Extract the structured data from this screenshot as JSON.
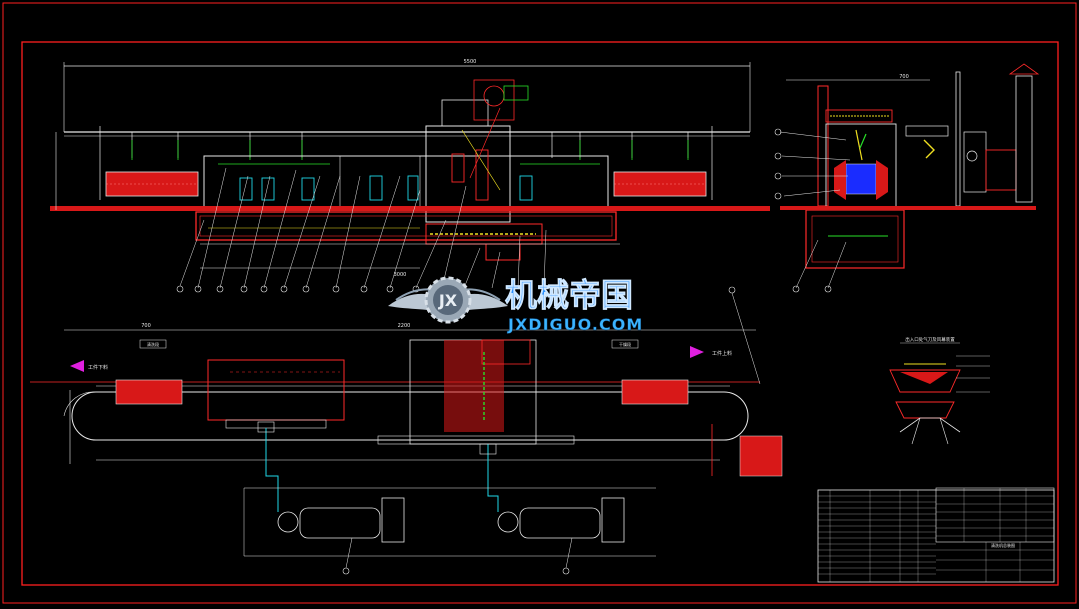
{
  "colors": {
    "background": "#000000",
    "border": "#ff2020",
    "line_white": "#e8e8e8",
    "line_red": "#ff2a2a",
    "line_green": "#28e028",
    "line_cyan": "#20d8e8",
    "line_yellow": "#f0e020",
    "fill_red": "#d81818",
    "part_blue": "#1a2cff",
    "arrow_magenta": "#e020e0",
    "watermark_blue": "#3cb4ff",
    "watermark_cn_blue": "#2a90ff"
  },
  "watermark": {
    "cn_title": "机械帝国",
    "domain": "JXDIGUO.COM",
    "badge": "JX"
  },
  "dimensions": {
    "top_overall": "5500",
    "side_overall": "700",
    "plan_left": "700",
    "plan_mid": "2200",
    "inner_len": "3000"
  },
  "labels": {
    "plan_left_tag": "工件下料",
    "plan_right_tag": "工件上料",
    "side_detail_title": "出入口处气刀及风幕装置",
    "station_left": "清洗段",
    "station_right": "干燥段",
    "title_block_name": "清洗机总装图"
  },
  "icons": {
    "arrow_left": "arrow-left-icon",
    "arrow_right": "arrow-right-icon",
    "gear": "gear-icon"
  }
}
